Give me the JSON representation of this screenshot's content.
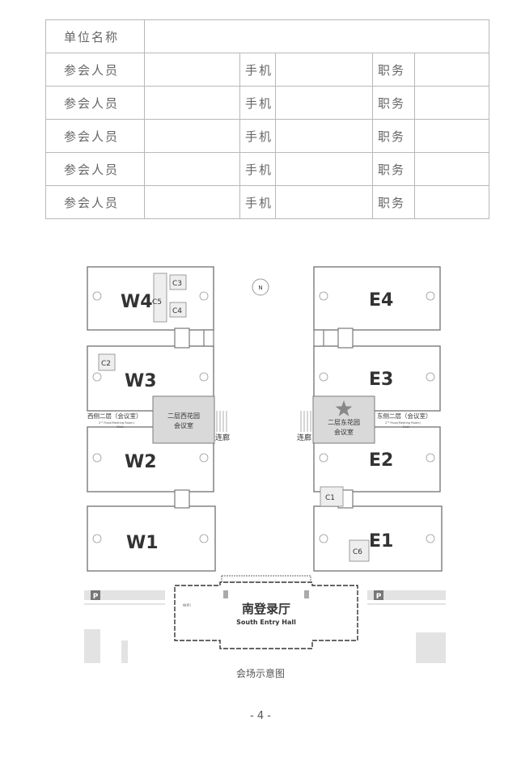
{
  "form": {
    "row_label_unit": "单位名称",
    "rows": [
      {
        "label": "参会人员",
        "phone": "手机",
        "position": "职务"
      },
      {
        "label": "参会人员",
        "phone": "手机",
        "position": "职务"
      },
      {
        "label": "参会人员",
        "phone": "手机",
        "position": "职务"
      },
      {
        "label": "参会人员",
        "phone": "手机",
        "position": "职务"
      },
      {
        "label": "参会人员",
        "phone": "手机",
        "position": "职务"
      }
    ]
  },
  "map": {
    "compass": "N",
    "halls": {
      "W4": "W4",
      "W3": "W3",
      "W2": "W2",
      "W1": "W1",
      "E4": "E4",
      "E3": "E3",
      "E2": "E2",
      "E1": "E1"
    },
    "rooms": {
      "C1": "C1",
      "C2": "C2",
      "C3": "C3",
      "C4": "C4",
      "C5": "C5",
      "C6": "C6"
    },
    "west_garden": {
      "line1": "二层西花园",
      "line2": "会议室"
    },
    "east_garden": {
      "line1": "二层东花园",
      "line2": "会议室"
    },
    "west_meeting": {
      "cn": "西侧二层（会议室）",
      "en1": "2ⁿᵈ Floor(Meeting Room)",
      "en2": "West"
    },
    "east_meeting": {
      "cn": "东侧二层（会议室）",
      "en1": "2ⁿᵈ Floor(Meeting Room)",
      "en2": "East"
    },
    "corridor": "连廊",
    "entry_cn": "南登录厅",
    "entry_en": "South Entry Hall",
    "parking": "P",
    "wifi": "WIFI"
  },
  "caption": "会场示意图",
  "page_number": "- 4 -",
  "colors": {
    "line": "#7a7a7a",
    "garden": "#d9d9d9",
    "text": "#333333"
  }
}
